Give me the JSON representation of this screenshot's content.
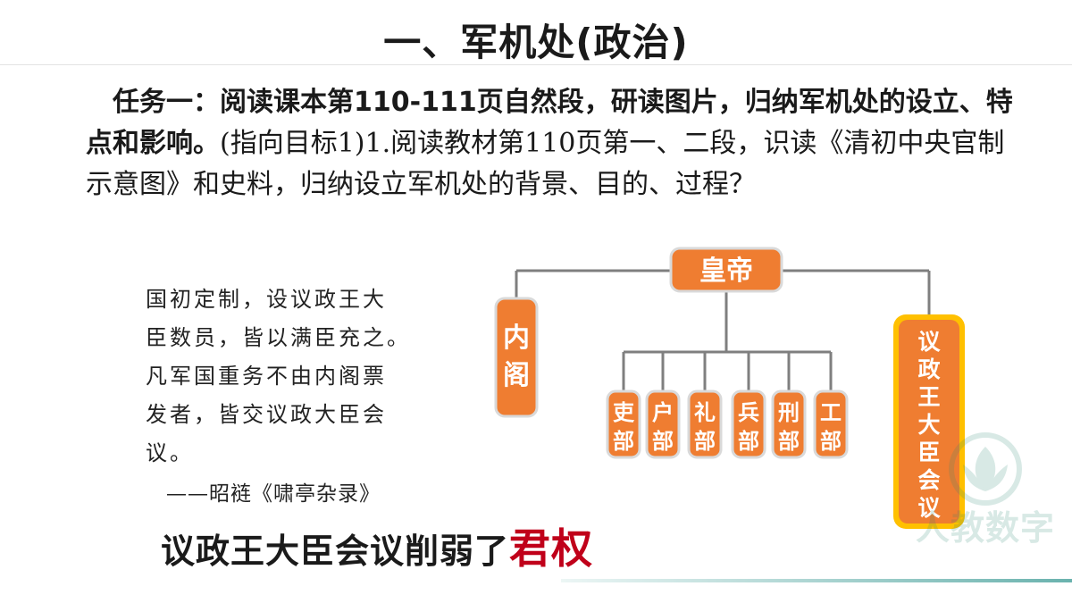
{
  "page": {
    "title": "一、军机处(政治)"
  },
  "task": {
    "lead": "任务一：阅读课本第110-111页自然段，研读图片，归纳军机处的设立、特点和影响。",
    "rest": "(指向目标1)1.阅读教材第110页第一、二段，识读《清初中央官制示意图》和史料，归纳设立军机处的背景、目的、过程？"
  },
  "quote": {
    "lines": [
      "国初定制，设议政王大",
      "臣数员，皆以满臣充之。",
      "凡军国重务不由内阁票",
      "发者，皆交议政大臣会",
      "议。"
    ],
    "source": "——昭裢《啸亭杂录》"
  },
  "diagram": {
    "emperor": "皇帝",
    "cabinet": [
      "内",
      "阁"
    ],
    "council": [
      "议",
      "政",
      "王",
      "大",
      "臣",
      "会",
      "议"
    ],
    "ministries": [
      [
        "吏",
        "部"
      ],
      [
        "户",
        "部"
      ],
      [
        "礼",
        "部"
      ],
      [
        "兵",
        "部"
      ],
      [
        "刑",
        "部"
      ],
      [
        "工",
        "部"
      ]
    ],
    "colors": {
      "node_fill": "#ef7d31",
      "node_border": "#d9d9d9",
      "council_border": "#ffc000",
      "line": "#7f7f7f"
    }
  },
  "conclusion": {
    "text": "议政王大臣会议削弱了",
    "emphasis": "君权",
    "emphasis_color": "#c0001a"
  },
  "watermark": {
    "text": "人教数字",
    "icon": "leaf-emblem-icon"
  }
}
